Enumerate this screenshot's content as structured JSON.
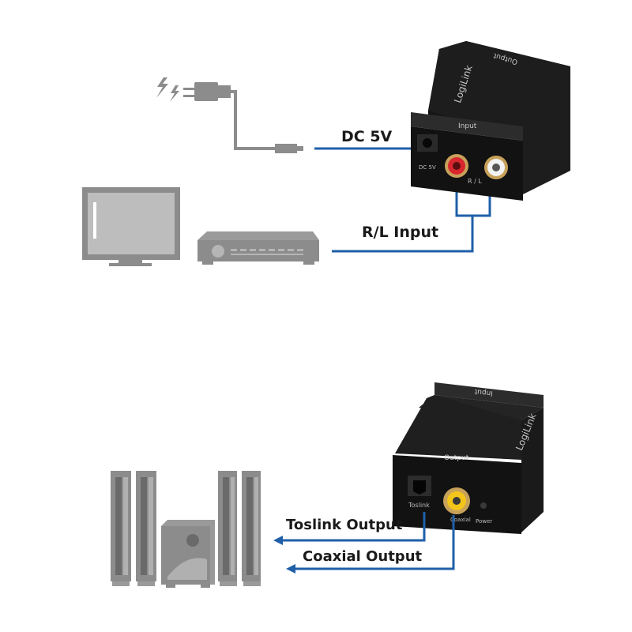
{
  "top": {
    "label_power": "DC 5V",
    "label_input": "R/L Input",
    "device": {
      "brand": "LogiLink",
      "top_label": "Output",
      "front_label": "Input",
      "port_power": "DC 5V",
      "port_rl": "R / L"
    }
  },
  "bottom": {
    "label_toslink": "Toslink Output",
    "label_coax": "Coaxial Output",
    "device": {
      "brand": "LogiLink",
      "top_label": "Input",
      "front_label": "Output",
      "port_toslink": "Toslink",
      "port_coax": "Coaxial",
      "port_power": "Power"
    }
  },
  "colors": {
    "line": "#1f5fa8",
    "device": "#1c1c1c",
    "icon_gray": "#8c8c8c",
    "rca_red": "#d8262e",
    "rca_white": "#f2f2f2",
    "rca_yellow": "#f3c51a"
  }
}
